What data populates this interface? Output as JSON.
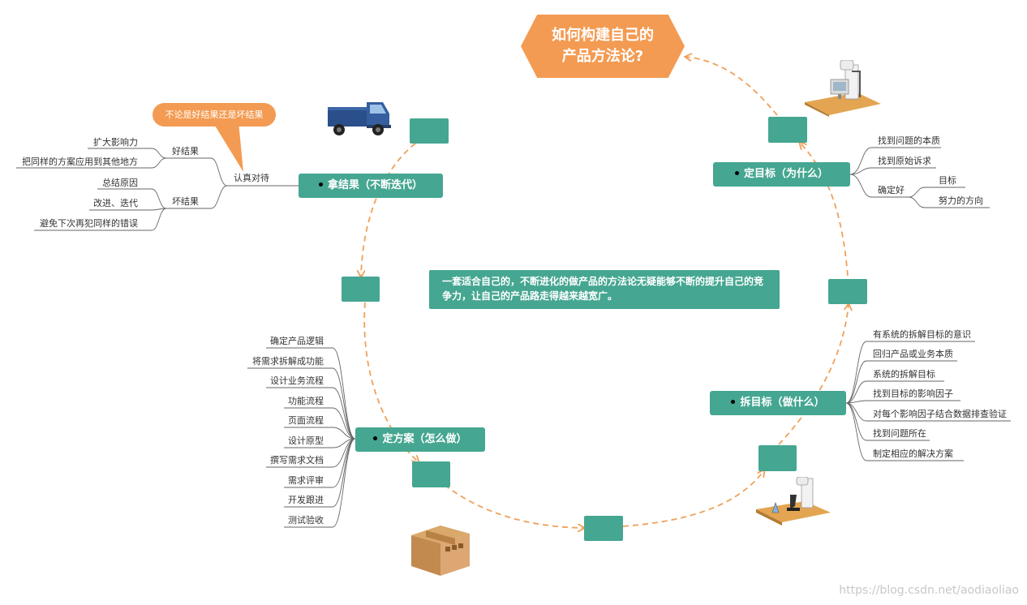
{
  "title": {
    "line1": "如何构建自己的",
    "line2": "产品方法论?"
  },
  "center_text": "一套适合自己的，不断进化的做产品的方法论无疑能够不断的提升自己的竞争力，让自己的产品路走得越来越宽广。",
  "goal": {
    "label": "定目标（为什么）",
    "items": [
      "找到问题的本质",
      "找到原始诉求"
    ],
    "determine": {
      "label": "确定好",
      "children": [
        "目标",
        "努力的方向"
      ]
    }
  },
  "breakdown": {
    "label": "拆目标（做什么）",
    "items": [
      "有系统的拆解目标的意识",
      "回归产品或业务本质",
      "系统的拆解目标",
      "找到目标的影响因子",
      "对每个影响因子结合数据排查验证",
      "找到问题所在",
      "制定相应的解决方案"
    ]
  },
  "plan": {
    "label": "定方案（怎么做）",
    "items": [
      "确定产品逻辑",
      "将需求拆解成功能",
      "设计业务流程",
      "功能流程",
      "页面流程",
      "设计原型",
      "撰写需求文档",
      "需求评审",
      "开发跟进",
      "测试验收"
    ]
  },
  "result": {
    "label": "拿结果（不断迭代）",
    "callout": "不论是好结果还是坏结果",
    "attitude": "认真对待",
    "good": {
      "label": "好结果",
      "children": [
        "扩大影响力",
        "把同样的方案应用到其他地方"
      ]
    },
    "bad": {
      "label": "坏结果",
      "children": [
        "总结原因",
        "改进、迭代",
        "避免下次再犯同样的错误"
      ]
    }
  },
  "watermark": "https://blog.csdn.net/aodiaoliao",
  "colors": {
    "accent": "#f39b52",
    "teal": "#45a691",
    "flow": "#f0a05a"
  },
  "icons": [
    "truck-icon",
    "computer-desk-icon",
    "microscope-lab-icon",
    "cardboard-box-icon"
  ]
}
